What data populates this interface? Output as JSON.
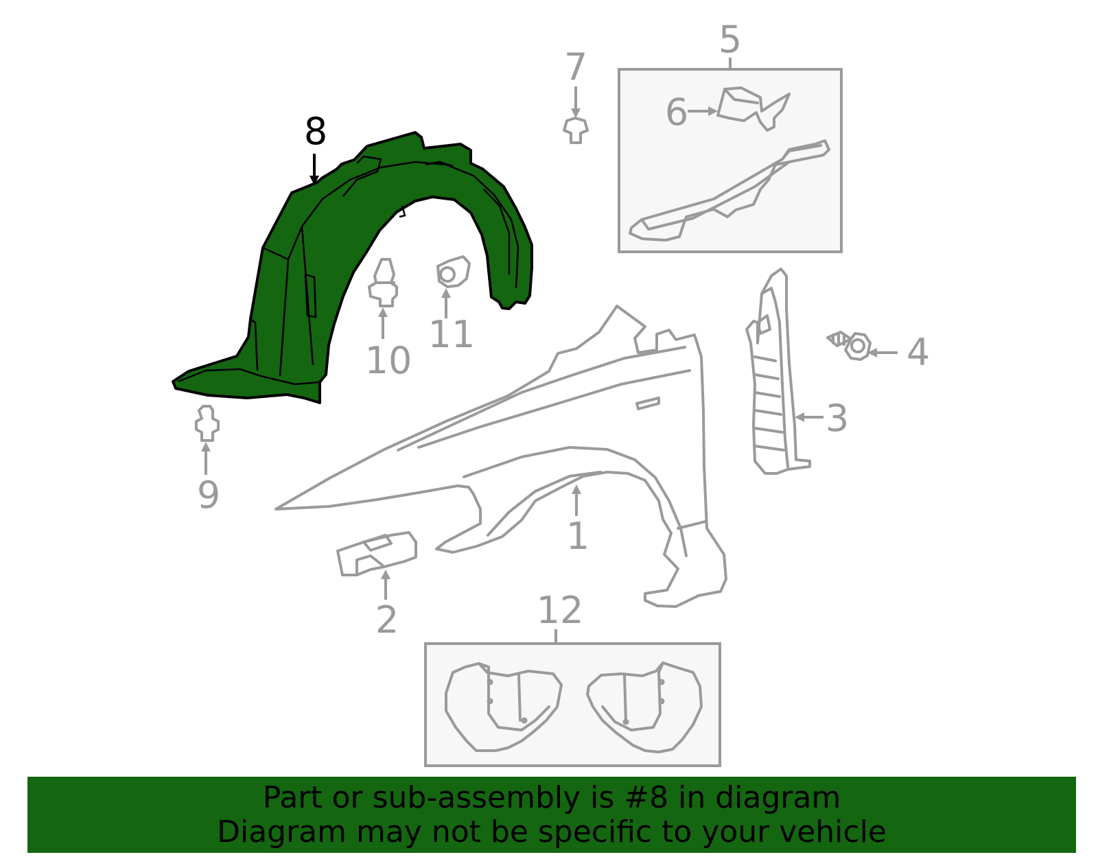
{
  "callouts": {
    "c1": "1",
    "c2": "2",
    "c3": "3",
    "c4": "4",
    "c5": "5",
    "c6": "6",
    "c7": "7",
    "c8": "8",
    "c9": "9",
    "c10": "10",
    "c11": "11",
    "c12": "12"
  },
  "highlighted_part": "8",
  "colors": {
    "highlight": "#156611",
    "line": "#9a9a9a",
    "box_fill": "#f7f7f7"
  },
  "banner": {
    "line1": "Part or sub-assembly is #8 in diagram",
    "line2": "Diagram may not be specific to your vehicle"
  }
}
